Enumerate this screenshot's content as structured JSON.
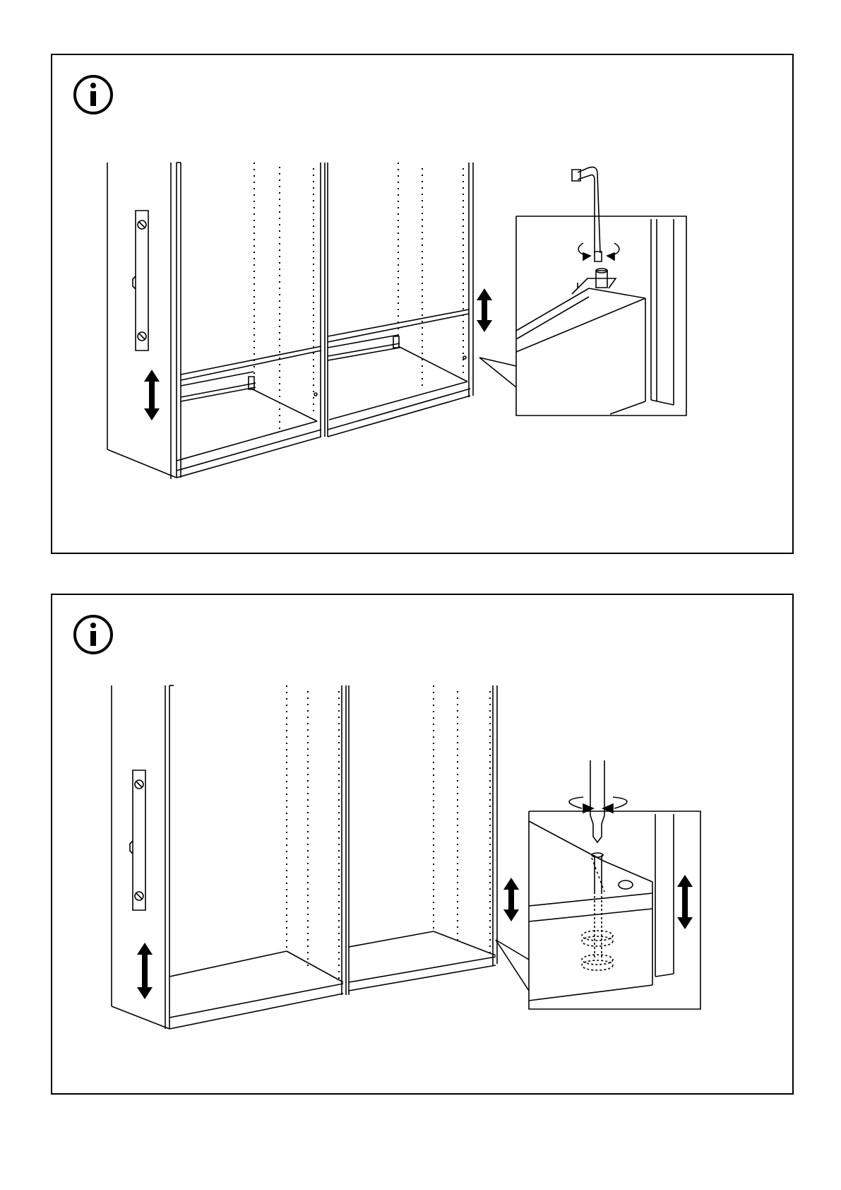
{
  "document": {
    "type": "assembly-instructions",
    "panels": [
      {
        "id": "panel-1",
        "icon": "info-icon",
        "illustration": "frames-on-uneven-floor-adjust-with-hex-key",
        "tool": "hex-key-icon"
      },
      {
        "id": "panel-2",
        "icon": "info-icon",
        "illustration": "frames-on-uneven-floor-adjust-with-screwdriver",
        "tool": "screwdriver-icon"
      }
    ],
    "colors": {
      "line": "#000000",
      "background": "#ffffff"
    }
  }
}
